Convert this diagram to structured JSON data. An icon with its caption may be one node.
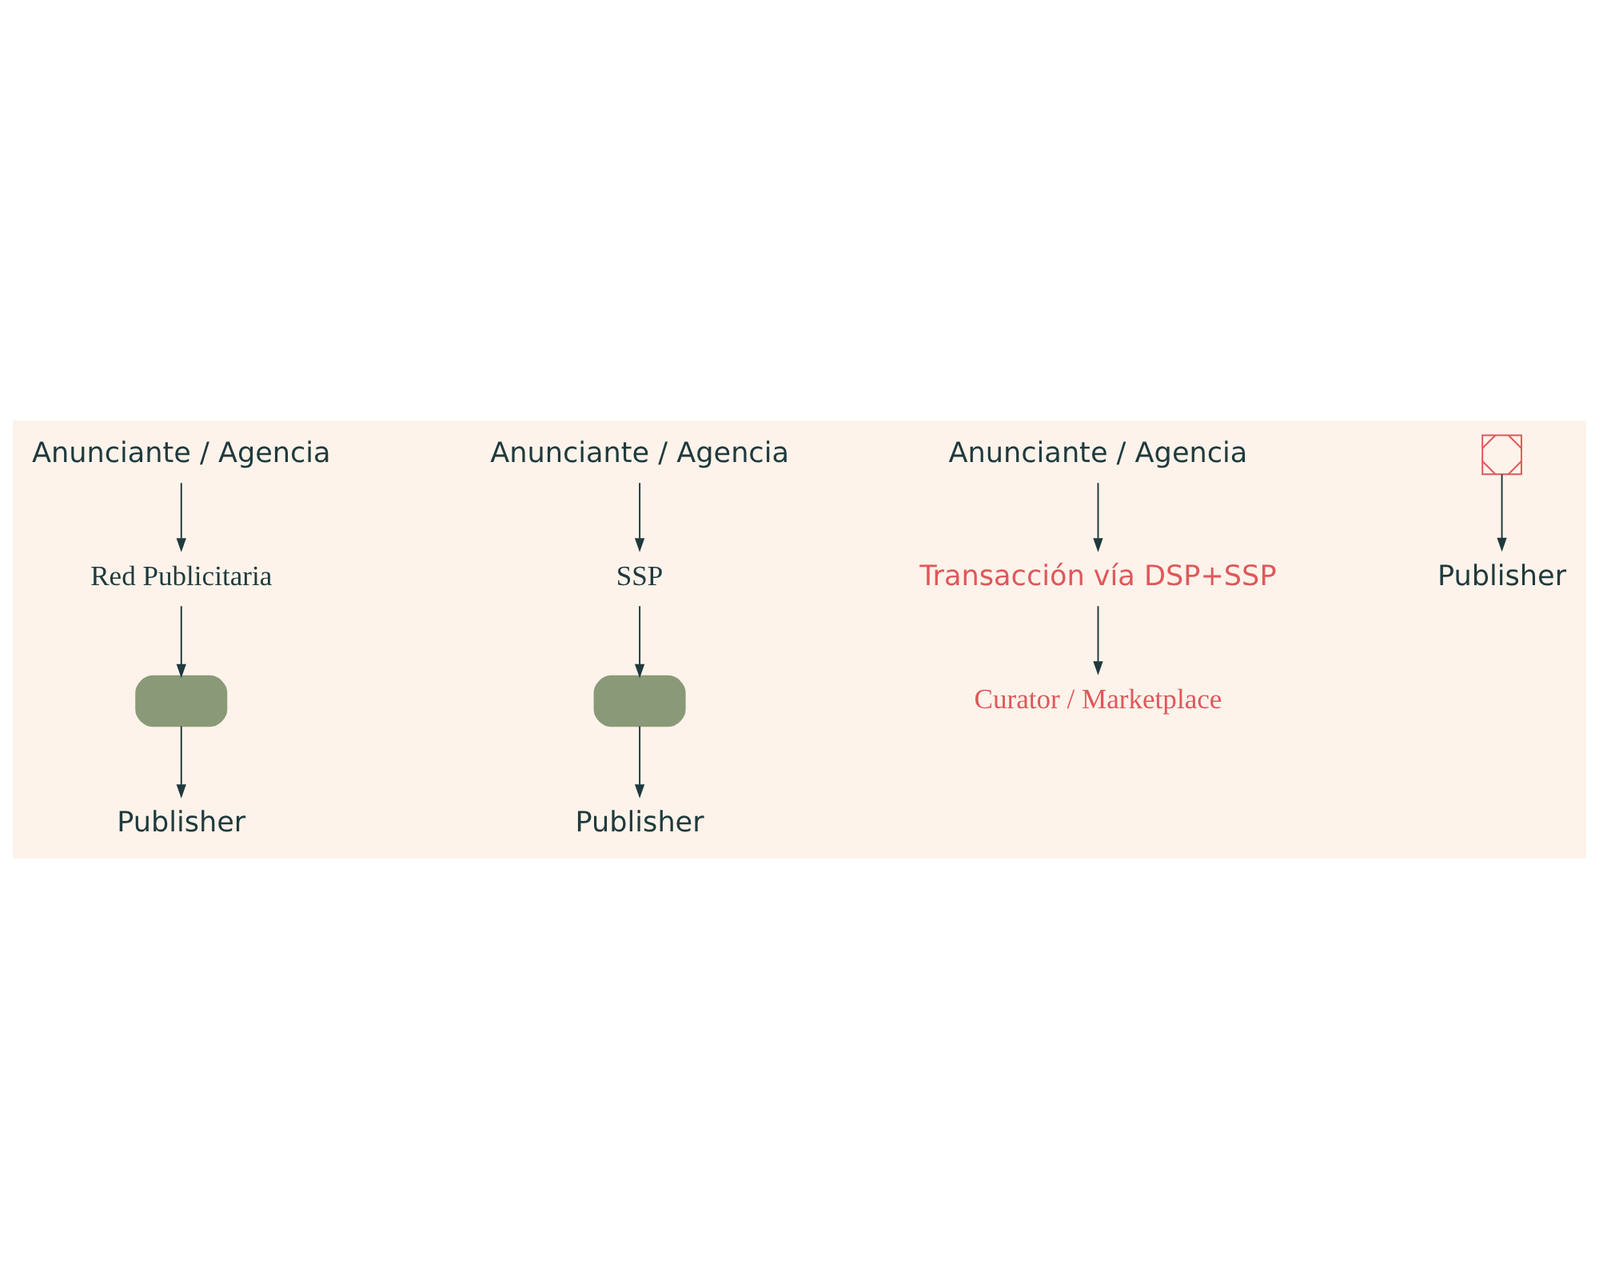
{
  "diagram": {
    "nodes": [
      {
        "text": [
          "Anunciante / Agencia"
        ]
      },
      {
        "text": [
          "Red Publicitaria"
        ]
      },
      {
        "text": [],
        "shape": "handshake"
      },
      {
        "text": [
          "Publisher"
        ]
      },
      {
        "text": [
          "Anunciante / Agencia"
        ]
      },
      {
        "text": [
          "SSP"
        ]
      },
      {
        "text": [],
        "shape": "handshake"
      },
      {
        "text": [
          "Publisher"
        ]
      },
      {
        "text": [
          "Anunciante / Agencia"
        ]
      },
      {
        "text": [
          "Transacción vía DSP+SSP"
        ]
      },
      {
        "text": [
          "Curator / Marketplace"
        ]
      },
      {
        "text": [],
        "shape": "cross"
      },
      {
        "text": [
          "Publisher"
        ]
      }
    ],
    "edges": [
      {
        "from": 0,
        "to": 1,
        "arrow": "to"
      },
      {
        "from": 1,
        "to": 2,
        "arrow": "to"
      },
      {
        "from": 2,
        "to": 3,
        "arrow": "to"
      },
      {
        "from": 4,
        "to": 5,
        "arrow": "to"
      },
      {
        "from": 5,
        "to": 6,
        "arrow": "to"
      },
      {
        "from": 6,
        "to": 7,
        "arrow": "to"
      },
      {
        "from": 8,
        "to": 9,
        "arrow": "to"
      },
      {
        "from": 9,
        "to": 10,
        "arrow": "to"
      },
      {
        "from": 11,
        "to": 12,
        "arrow": "to"
      }
    ]
  }
}
